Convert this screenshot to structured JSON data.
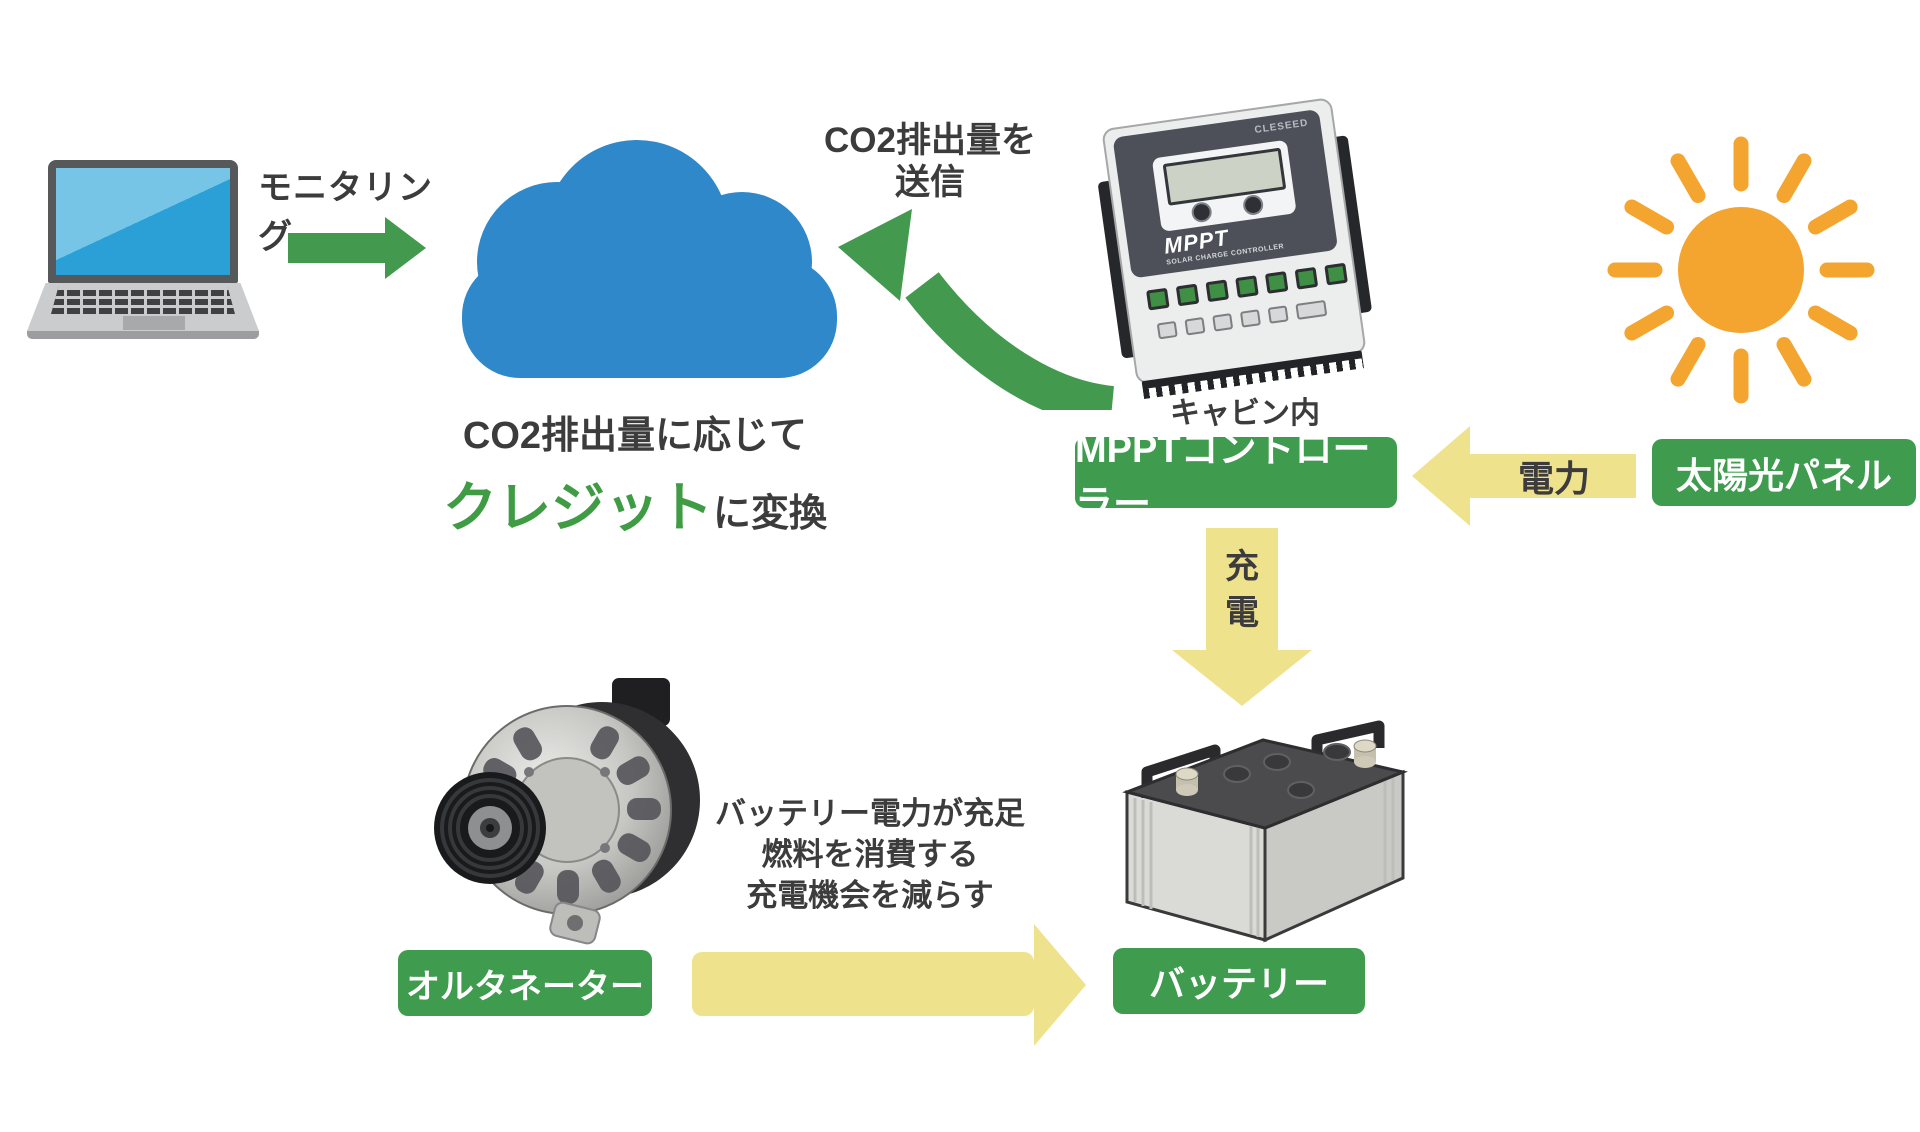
{
  "colors": {
    "green": "#439a4f",
    "button_green": "#3f9b4e",
    "credit_green": "#3f9c44",
    "arrow_yellow": "#efe28d",
    "cloud_blue": "#2f88c9",
    "sun_orange": "#f3a52f",
    "text_dark": "#3c3c3c"
  },
  "monitoring": {
    "label": "モニタリング"
  },
  "cloud": {
    "caption_line1": "CO2排出量に応じて",
    "caption_credit": "クレジット",
    "caption_suffix": "に変換"
  },
  "co2_send": {
    "line1": "CO2排出量を",
    "line2": "送信"
  },
  "controller": {
    "location_label": "キャビン内",
    "box_label": "MPPTコントローラー",
    "device": {
      "brand": "CLESEED",
      "model": "MPPT",
      "subtitle": "SOLAR CHARGE CONTROLLER"
    }
  },
  "solar": {
    "power_label": "電力",
    "box_label": "太陽光パネル"
  },
  "charge": {
    "label": "充電"
  },
  "battery": {
    "box_label": "バッテリー"
  },
  "alternator": {
    "box_label": "オルタネーター"
  },
  "note": {
    "line1": "バッテリー電力が充足",
    "line2": "燃料を消費する",
    "line3": "充電機会を減らす"
  }
}
